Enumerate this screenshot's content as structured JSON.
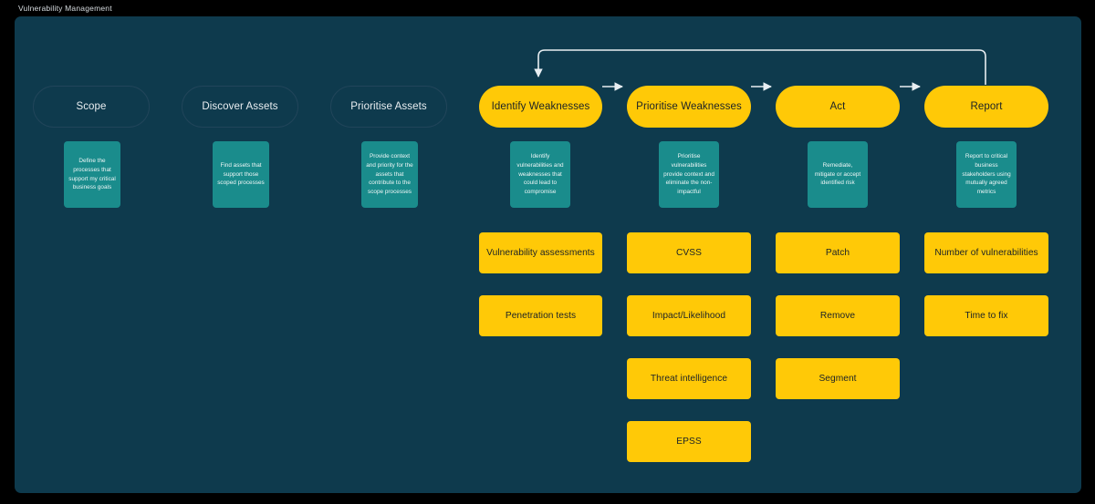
{
  "window": {
    "title": "Vulnerability Management"
  },
  "colors": {
    "page_background": "#000000",
    "canvas_background": "#0e3a4d",
    "accent_yellow": "#ffc907",
    "accent_teal": "#1a8c8c",
    "outline_border": "#21455a",
    "arrow": "#e8eef2",
    "dark_text": "#1b2227",
    "light_text": "#e9eef1"
  },
  "diagram": {
    "type": "flowchart",
    "stages": [
      {
        "id": "scope",
        "label": "Scope",
        "style": "outline-pill",
        "description": "Define the processes that support my critical business goals",
        "items": []
      },
      {
        "id": "discover-assets",
        "label": "Discover Assets",
        "style": "outline-pill",
        "description": "Find assets that support those scoped processes",
        "items": []
      },
      {
        "id": "prioritise-assets",
        "label": "Prioritise Assets",
        "style": "outline-pill",
        "description": "Provide context and priority for the assets that contribute to the scope processes",
        "items": []
      },
      {
        "id": "identify-weaknesses",
        "label": "Identify Weaknesses",
        "style": "solid-pill",
        "description": "Identify vulnerabilities and weaknesses that could lead to compromise",
        "items": [
          "Vulnerability assessments",
          "Penetration tests"
        ]
      },
      {
        "id": "prioritise-weaknesses",
        "label": "Prioritise Weaknesses",
        "style": "solid-pill",
        "description": "Prioritise vulnerabilities provide context and eliminate the non-impactful",
        "items": [
          "CVSS",
          "Impact/Likelihood",
          "Threat intelligence",
          "EPSS"
        ]
      },
      {
        "id": "act",
        "label": "Act",
        "style": "solid-pill",
        "description": "Remediate, mitigate or accept identified risk",
        "items": [
          "Patch",
          "Remove",
          "Segment"
        ]
      },
      {
        "id": "report",
        "label": "Report",
        "style": "solid-pill",
        "description": "Report to critical business stakeholders using mutually agreed metrics",
        "items": [
          "Number of vulnerabilities",
          "Time to fix"
        ]
      }
    ],
    "connectors": [
      {
        "from": "identify-weaknesses",
        "to": "prioritise-weaknesses",
        "kind": "arrow-right"
      },
      {
        "from": "prioritise-weaknesses",
        "to": "act",
        "kind": "arrow-right"
      },
      {
        "from": "act",
        "to": "report",
        "kind": "arrow-right"
      },
      {
        "from": "report",
        "to": "identify-weaknesses",
        "kind": "feedback-loop-top"
      }
    ]
  }
}
